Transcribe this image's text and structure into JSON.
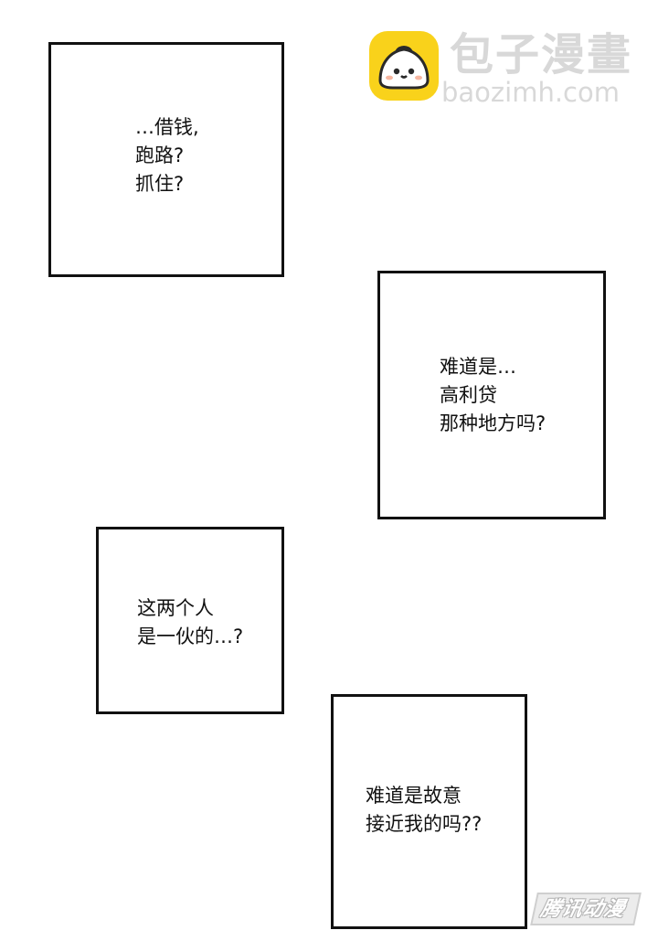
{
  "watermark": {
    "site_name": "包子漫畫",
    "site_url": "baozimh.com",
    "logo_color": "#f9d21b",
    "logo_icon": "steamed-bun-mascot-icon",
    "publisher_stamp": "腾讯动漫"
  },
  "panels": [
    {
      "lines": [
        "…借钱,",
        "跑路?",
        "抓住?"
      ]
    },
    {
      "lines": [
        "难道是…",
        "高利贷",
        "那种地方吗?"
      ]
    },
    {
      "lines": [
        "这两个人",
        "是一伙的…?"
      ]
    },
    {
      "lines": [
        "难道是故意",
        "接近我的吗??"
      ]
    }
  ],
  "colors": {
    "background": "#ffffff",
    "border": "#111111",
    "text": "#111111",
    "watermark": "#d8d8d8"
  }
}
